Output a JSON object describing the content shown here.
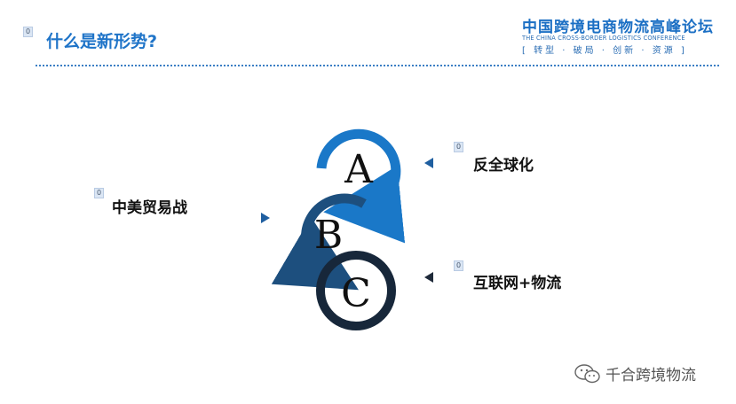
{
  "slide": {
    "title": "什么是新形势?",
    "marker": "0"
  },
  "logo": {
    "name_cn": "中国跨境电商物流高峰论坛",
    "name_en": "THE CHINA CROSS-BORDER LOGISTICS CONFERENCE",
    "tagline": "[ 转型 · 破局 · 创新 · 资源 ]"
  },
  "diagram": {
    "circles": [
      {
        "letter": "A",
        "color": "#1a78c8"
      },
      {
        "letter": "B",
        "color": "#1d4f7e"
      },
      {
        "letter": "C",
        "color": "#17273a"
      }
    ],
    "left_label": "中美贸易战",
    "right_labels": [
      "反全球化",
      "互联网+物流"
    ],
    "arrow_colors": [
      "#1f5fa0",
      "#1f5fa0",
      "#1f2a3a"
    ]
  },
  "watermark": {
    "text": "千合跨境物流",
    "icon": "wechat-icon"
  }
}
